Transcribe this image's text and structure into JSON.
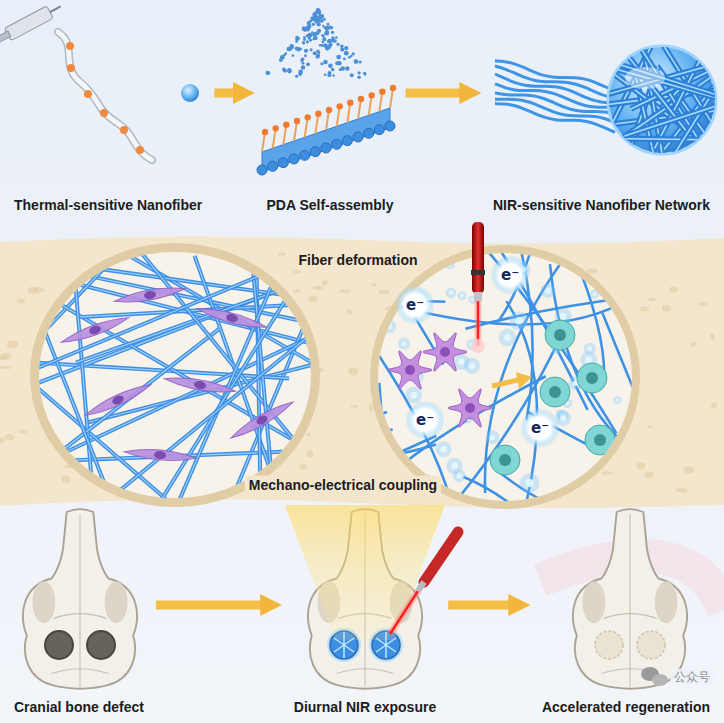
{
  "diagram": {
    "nodes": [
      {
        "text": [
          "Thermal-sensitive Nanofiber"
        ]
      },
      {
        "text": [
          "PDA Self-assembly"
        ]
      },
      {
        "text": [
          "NIR-sensitive Nanofiber Network"
        ]
      },
      {
        "text": [
          "Cranial bone defect"
        ]
      },
      {
        "text": [
          "Diurnal NIR exposure"
        ]
      },
      {
        "text": [
          "Accelerated regeneration"
        ]
      }
    ],
    "edges": [
      {
        "from": 0,
        "to": 1,
        "arrow": "to"
      },
      {
        "from": 1,
        "to": 2,
        "arrow": "to"
      },
      {
        "from": 3,
        "to": 4,
        "arrow": "to"
      },
      {
        "from": 4,
        "to": 5,
        "arrow": "to"
      }
    ],
    "labels": [
      "Fiber deformation",
      "e⁻",
      "e⁻",
      "e⁻",
      "e⁻",
      "Mechano-electrical coupling",
      "公众号"
    ]
  }
}
